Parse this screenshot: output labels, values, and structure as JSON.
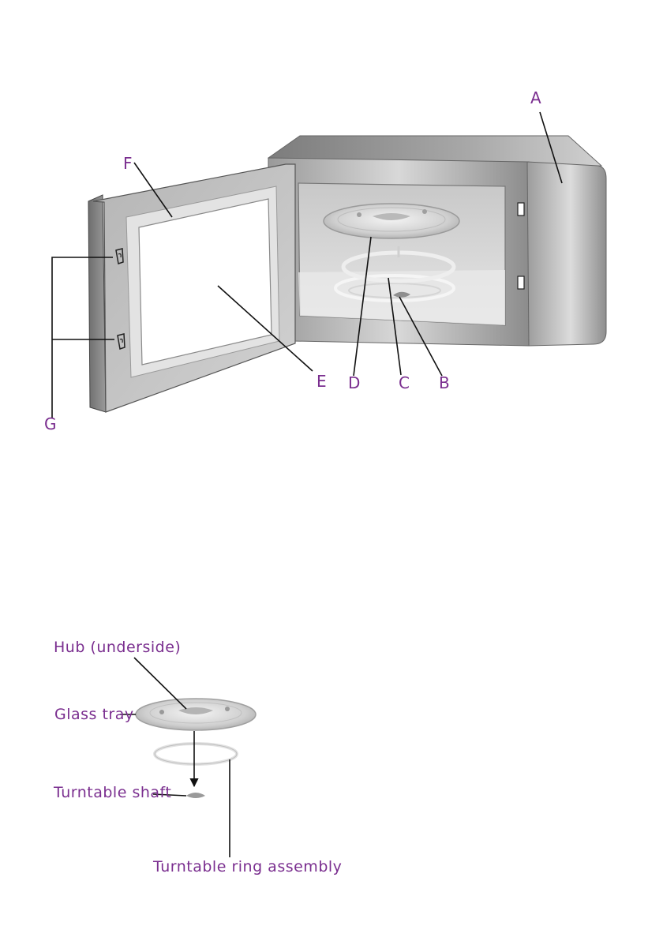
{
  "colors": {
    "label": "#7a2e8f",
    "line": "#111111",
    "body_dark": "#8a8a8a",
    "body_light": "#d6d6d6"
  },
  "callouts": {
    "a": "A",
    "b": "B",
    "c": "C",
    "d": "D",
    "e": "E",
    "f": "F",
    "g": "G"
  },
  "parts": {
    "hub": "Hub (underside)",
    "glass_tray": "Glass tray",
    "turntable_shaft": "Turntable shaft",
    "ring_assembly": "Turntable ring assembly"
  }
}
